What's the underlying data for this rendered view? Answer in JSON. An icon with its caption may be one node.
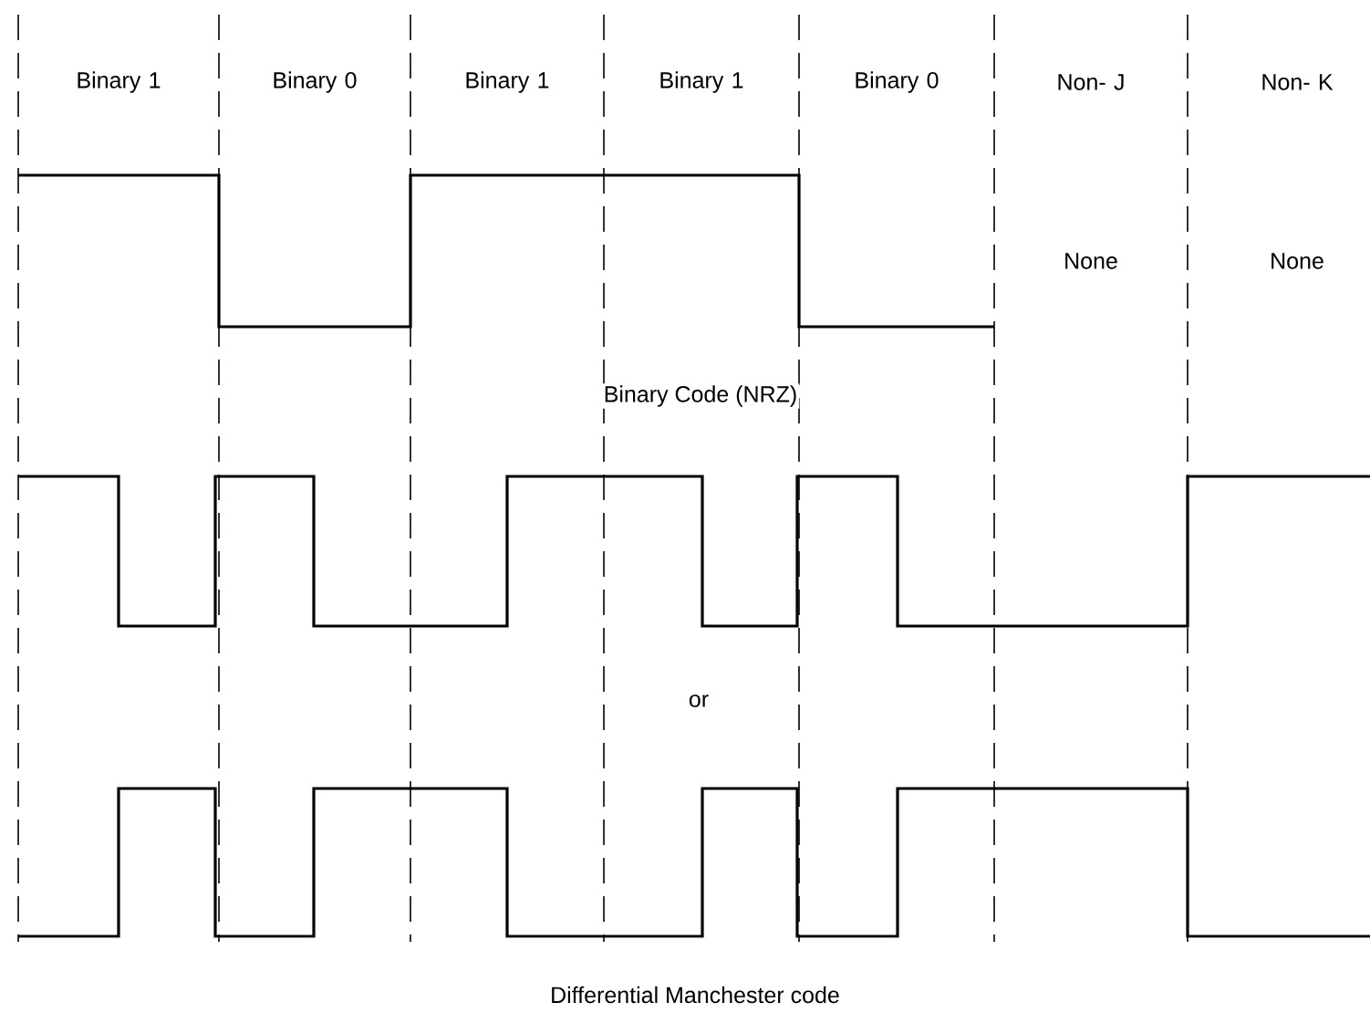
{
  "diagram": {
    "caption": "Differential Manchester code",
    "labels": [
      "Binary 1",
      "Binary 0",
      "Binary 1",
      "Binary 1",
      "Binary 0",
      "Non- J",
      "Non- K",
      "None",
      "None",
      "Binary Code (NRZ)",
      "or"
    ]
  }
}
